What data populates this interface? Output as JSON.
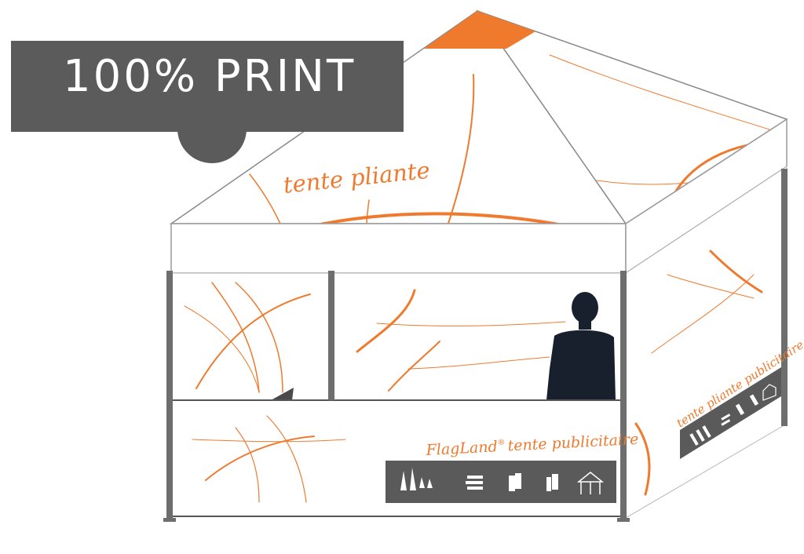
{
  "badge": {
    "text": "100% PRINT"
  },
  "canopy": {
    "label": "tente pliante"
  },
  "front_wall": {
    "brand": "FlagLand",
    "reg": "®",
    "tagline": "tente publicitaire"
  },
  "side_wall": {
    "label": "tente pliante publicitaire"
  },
  "colors": {
    "accent": "#ef7a2e",
    "badge": "#5b5b5b",
    "frame": "#6e6e6e",
    "panel": "#5a5a5a"
  },
  "icons": [
    "flag-banners-icon",
    "flat-flags-icon",
    "roll-up-banner-icon",
    "bent-flag-icon",
    "pop-up-tent-icon"
  ]
}
